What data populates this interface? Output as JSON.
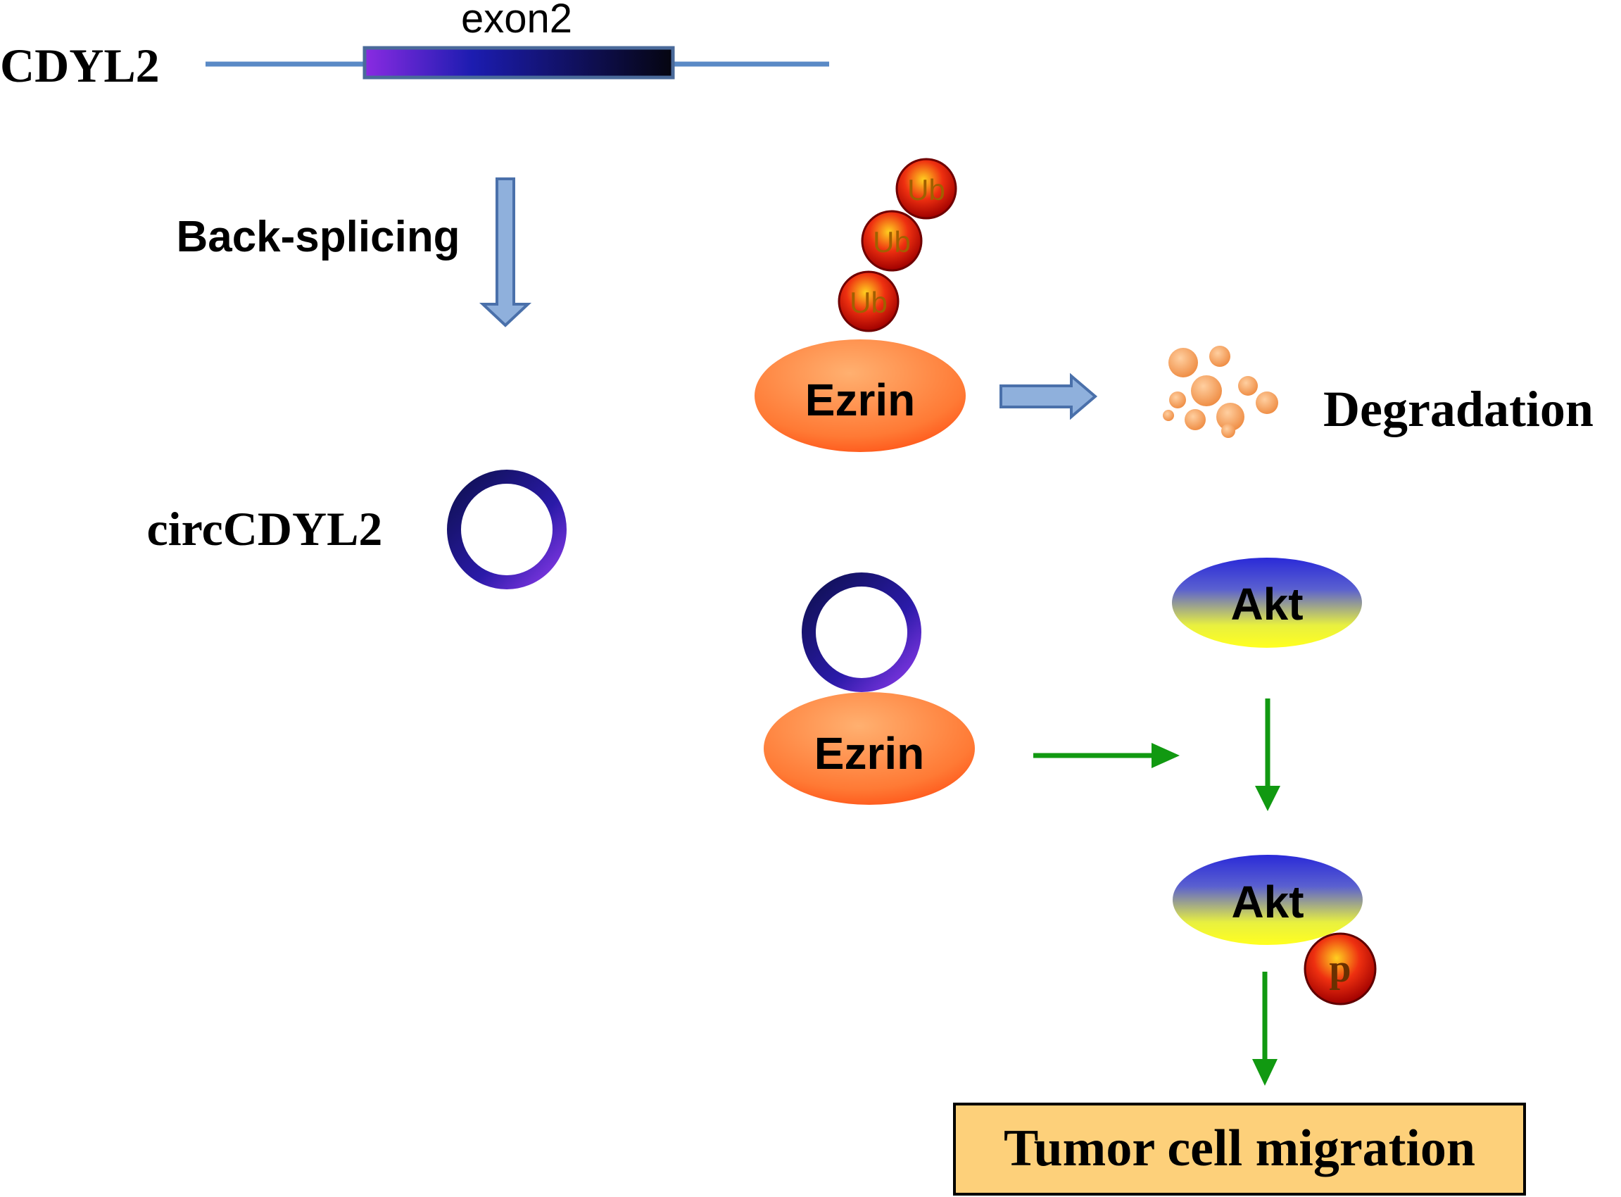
{
  "gene": {
    "name": "CDYL2",
    "exon_label": "exon2"
  },
  "step": {
    "label": "Back-splicing"
  },
  "circ": {
    "name": "circCDYL2"
  },
  "ubiquitin": {
    "label": "Ub"
  },
  "ezrin": {
    "label": "Ezrin"
  },
  "degradation": {
    "label": "Degradation"
  },
  "akt": {
    "label": "Akt"
  },
  "phospho": {
    "label": "p"
  },
  "outcome": {
    "label": "Tumor cell migration"
  },
  "colors": {
    "gene_line": "#5a8ac6",
    "exon_start": "#8a2be2",
    "exon_mid": "#1c1cb0",
    "exon_end": "#050510",
    "circ_ring": "#1a1a7a",
    "ezrin": "#ff6a2a",
    "ub": "#d41010",
    "fragment": "#f4a060",
    "akt_top": "#2a3ad0",
    "akt_bottom": "#ffff30",
    "green_arrow": "#119911",
    "block_arrow": "#8fb0dc",
    "outcome_fill": "#fdd07a"
  }
}
